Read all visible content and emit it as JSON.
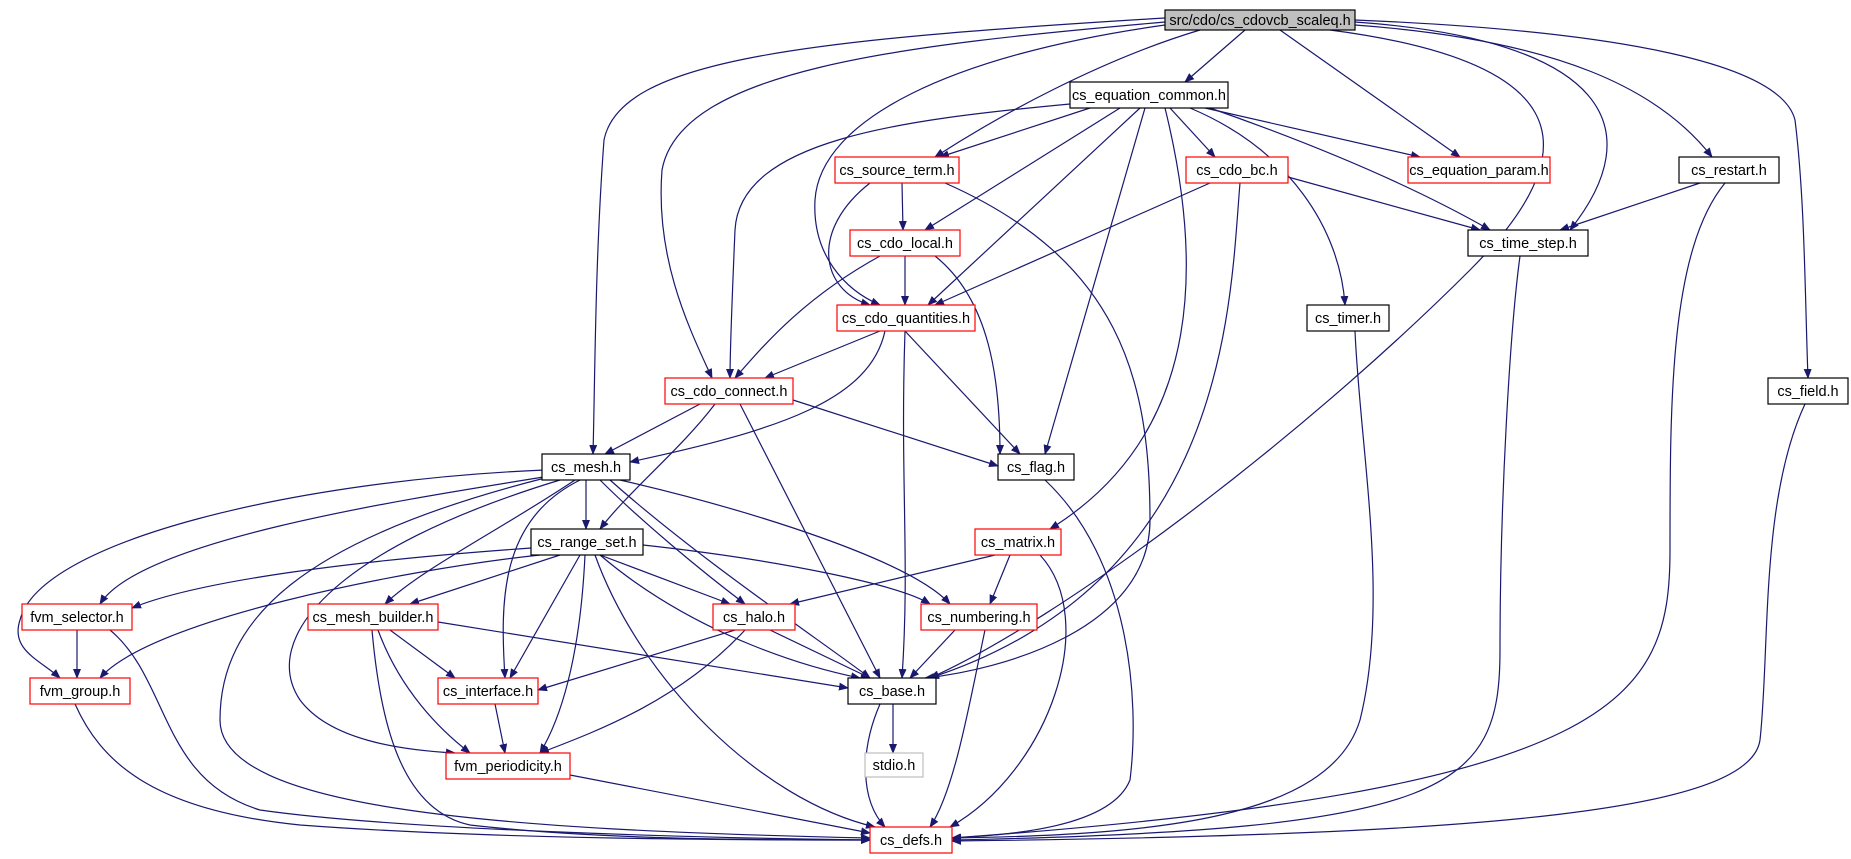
{
  "diagram": {
    "colors": {
      "edge": "#191970",
      "box_default": "#000000",
      "box_red": "#ff0000",
      "box_gray": "#bfbfbf",
      "root_fill": "#bfbfbf",
      "text": "#000000"
    },
    "nodes": [
      {
        "id": "root",
        "label": "src/cdo/cs_cdovcb_scaleq.h",
        "style": "root"
      },
      {
        "id": "eqcommon",
        "label": "cs_equation_common.h",
        "style": "default"
      },
      {
        "id": "srcterm",
        "label": "cs_source_term.h",
        "style": "red"
      },
      {
        "id": "cdobc",
        "label": "cs_cdo_bc.h",
        "style": "red"
      },
      {
        "id": "eqparam",
        "label": "cs_equation_param.h",
        "style": "red"
      },
      {
        "id": "restart",
        "label": "cs_restart.h",
        "style": "default"
      },
      {
        "id": "cdolocal",
        "label": "cs_cdo_local.h",
        "style": "red"
      },
      {
        "id": "timestep",
        "label": "cs_time_step.h",
        "style": "default"
      },
      {
        "id": "cdoquant",
        "label": "cs_cdo_quantities.h",
        "style": "red"
      },
      {
        "id": "timer",
        "label": "cs_timer.h",
        "style": "default"
      },
      {
        "id": "cdoconnect",
        "label": "cs_cdo_connect.h",
        "style": "red"
      },
      {
        "id": "field",
        "label": "cs_field.h",
        "style": "default"
      },
      {
        "id": "mesh",
        "label": "cs_mesh.h",
        "style": "default"
      },
      {
        "id": "flag",
        "label": "cs_flag.h",
        "style": "default"
      },
      {
        "id": "rangeset",
        "label": "cs_range_set.h",
        "style": "default"
      },
      {
        "id": "matrix",
        "label": "cs_matrix.h",
        "style": "red"
      },
      {
        "id": "fvmsel",
        "label": "fvm_selector.h",
        "style": "red"
      },
      {
        "id": "meshbuilder",
        "label": "cs_mesh_builder.h",
        "style": "red"
      },
      {
        "id": "halo",
        "label": "cs_halo.h",
        "style": "red"
      },
      {
        "id": "numbering",
        "label": "cs_numbering.h",
        "style": "red"
      },
      {
        "id": "fvmgroup",
        "label": "fvm_group.h",
        "style": "red"
      },
      {
        "id": "interface",
        "label": "cs_interface.h",
        "style": "red"
      },
      {
        "id": "base",
        "label": "cs_base.h",
        "style": "default"
      },
      {
        "id": "fvmperiod",
        "label": "fvm_periodicity.h",
        "style": "red"
      },
      {
        "id": "stdio",
        "label": "stdio.h",
        "style": "gray"
      },
      {
        "id": "defs",
        "label": "cs_defs.h",
        "style": "red"
      }
    ]
  }
}
